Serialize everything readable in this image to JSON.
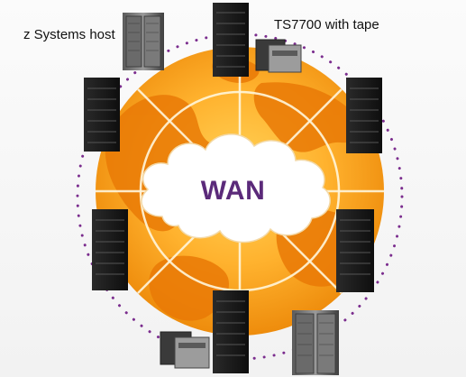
{
  "labels": {
    "z_systems_host": "z Systems host",
    "ts7700": "TS7700 with tape",
    "network": "WAN"
  },
  "colors": {
    "globe_dark": "#e97a06",
    "globe_light": "#ffbe3c",
    "network_text": "#5b2a7a",
    "dots": "#7b2d8e",
    "server": "#1b1b1b"
  }
}
